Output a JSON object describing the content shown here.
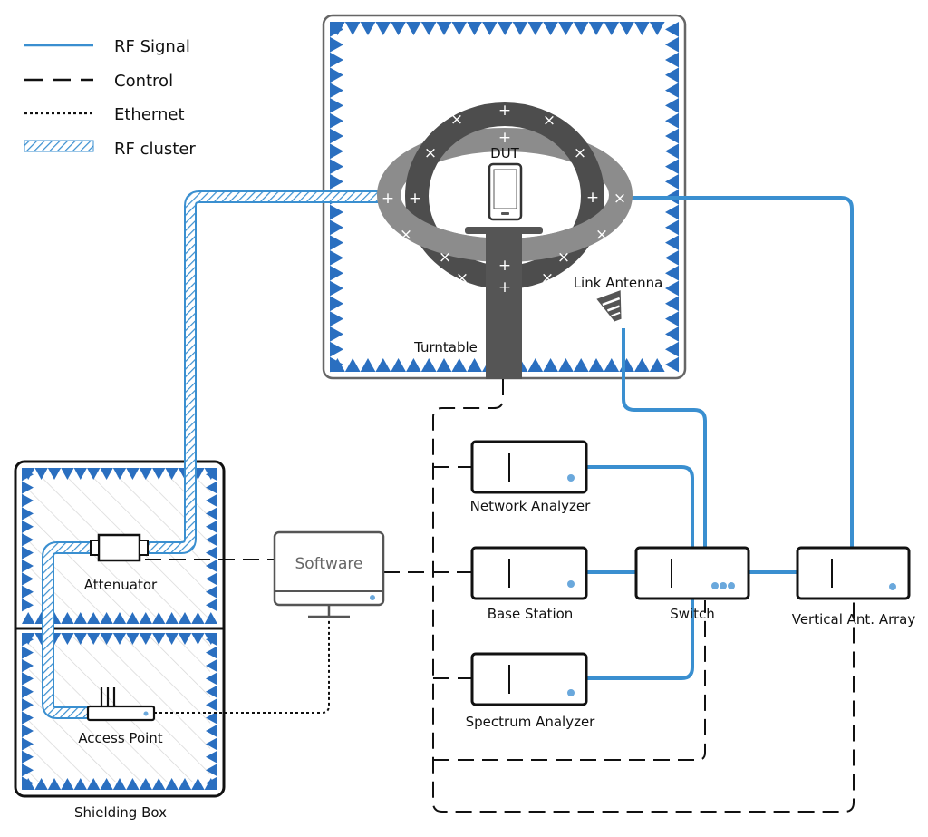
{
  "colors": {
    "rf": "#3a8fd0",
    "absorber": "#2a6fc0",
    "dark_ring": "#4d4d4d",
    "light_ring": "#8c8c8c",
    "stand": "#555555",
    "device_dot": "#6aa8dc"
  },
  "legend": [
    {
      "style": "rf-signal",
      "label": "RF Signal"
    },
    {
      "style": "control",
      "label": "Control"
    },
    {
      "style": "ethernet",
      "label": "Ethernet"
    },
    {
      "style": "rf-cluster",
      "label": "RF cluster"
    }
  ],
  "chamber": {
    "dut_label": "DUT",
    "turntable_label": "Turntable",
    "link_antenna_label": "Link Antenna"
  },
  "shielding_box": {
    "label": "Shielding Box",
    "attenuator_label": "Attenuator",
    "access_point_label": "Access Point"
  },
  "software_label": "Software",
  "instruments": {
    "network_analyzer": "Network Analyzer",
    "base_station": "Base Station",
    "spectrum_analyzer": "Spectrum Analyzer",
    "switch": "Switch",
    "vertical_array": "Vertical Ant. Array"
  },
  "probe_symbols": {
    "plus": "+",
    "cross": "×"
  }
}
